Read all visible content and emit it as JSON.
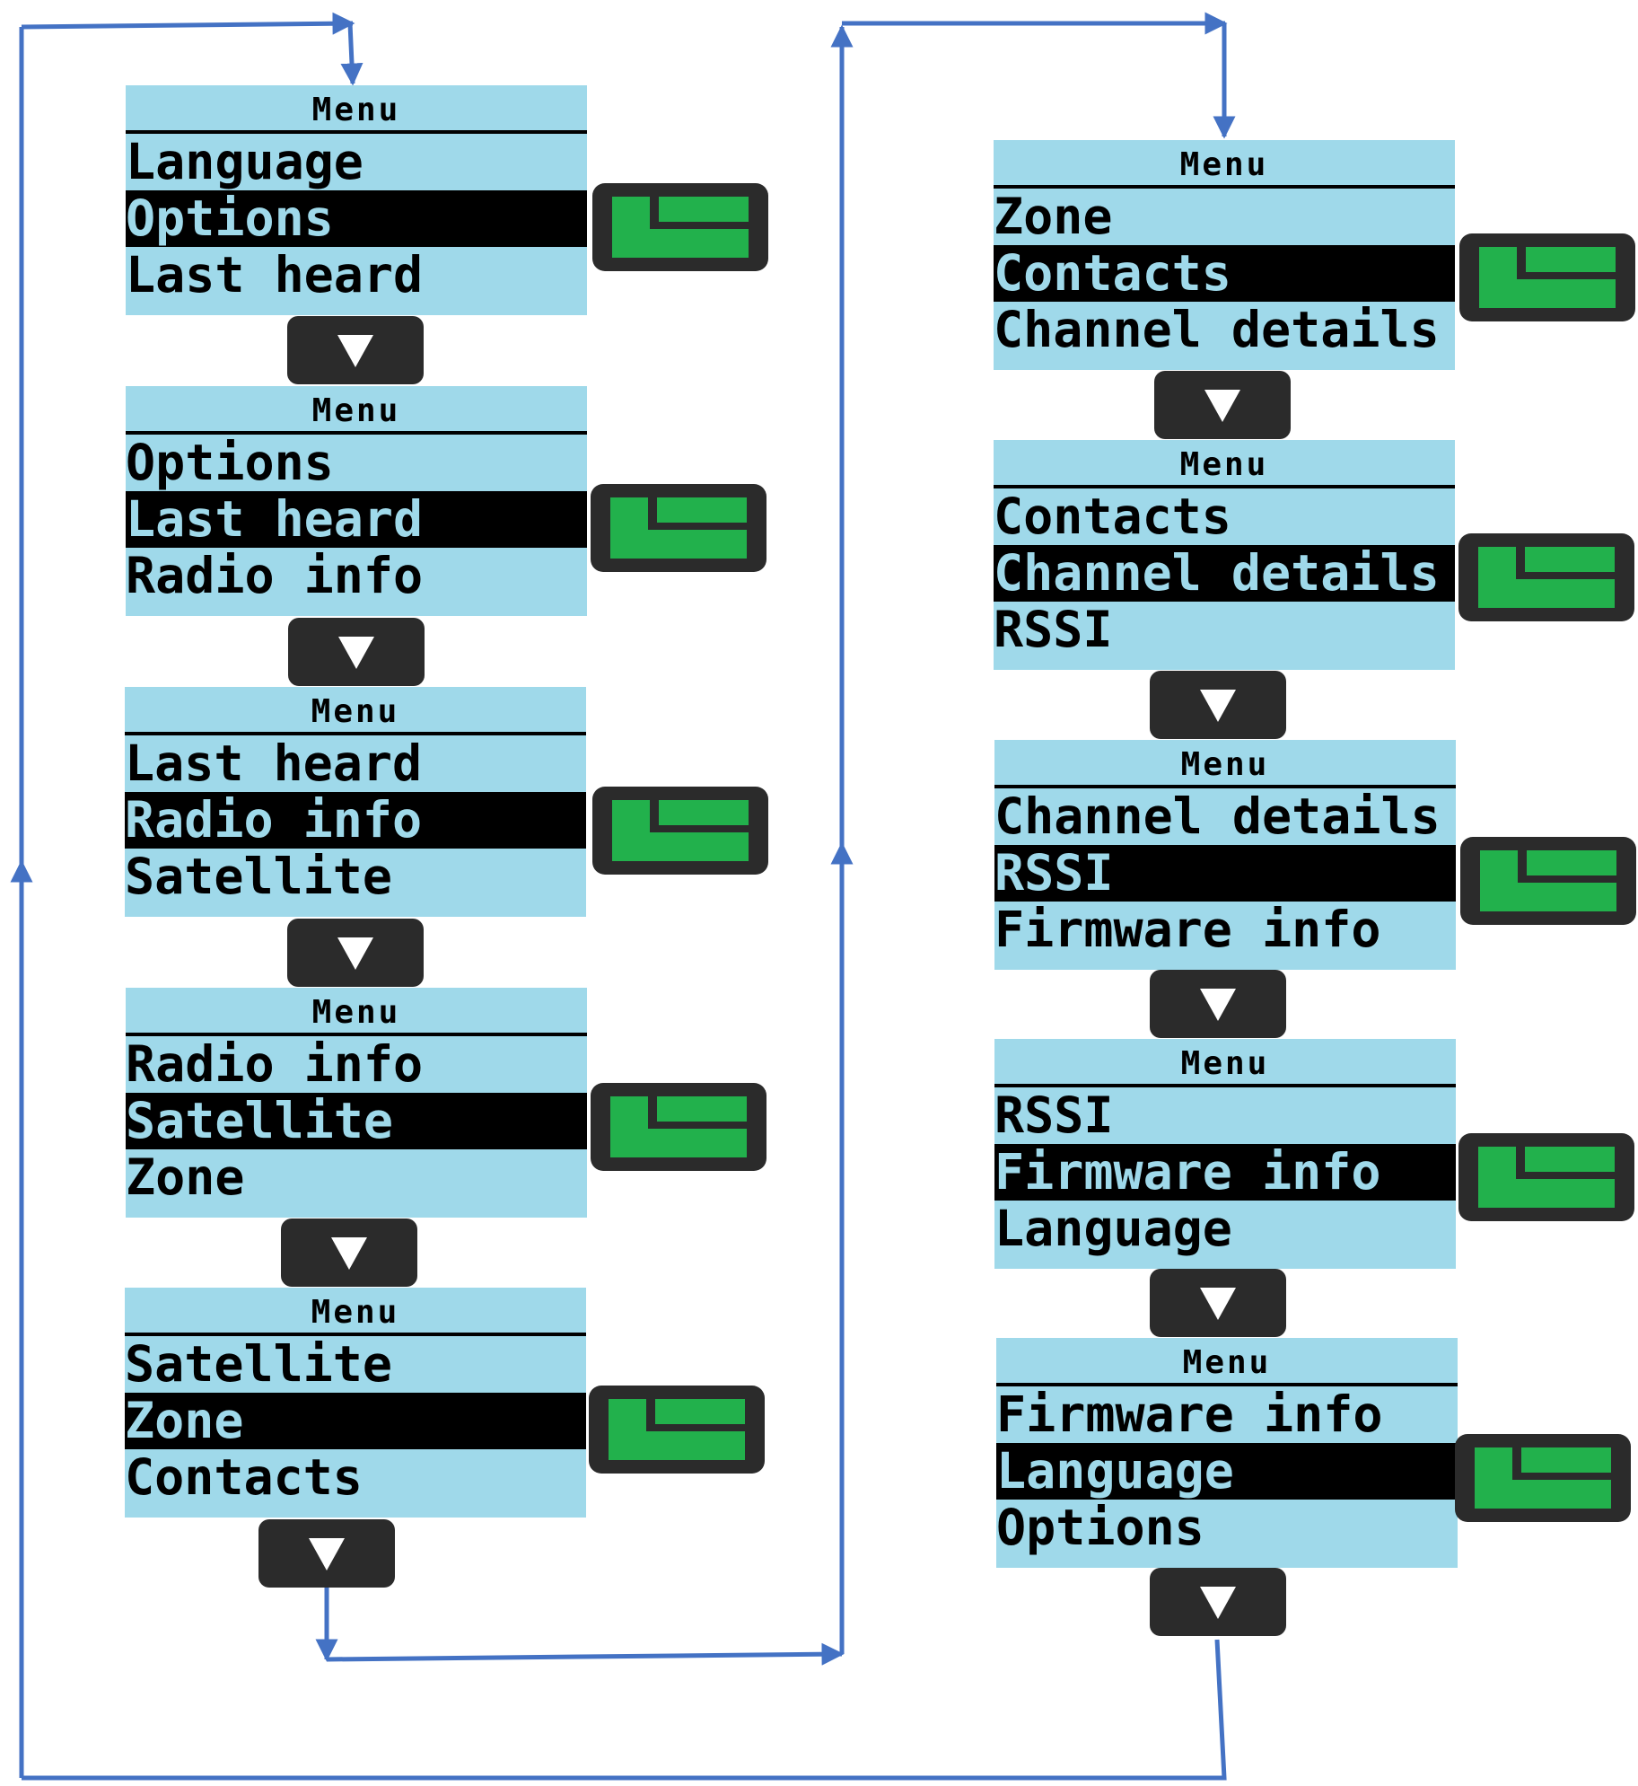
{
  "colors": {
    "screen_bg": "#9fd9ea",
    "selected_bg": "#000000",
    "key_bg": "#2b2b2b",
    "key_icon": "#22b14c",
    "arrow": "#4472c4"
  },
  "icons": {
    "select_key": "select-key-icon",
    "down_key": "down-triangle-icon"
  },
  "columns": [
    {
      "screens": [
        {
          "title": "Menu",
          "items": [
            "Language",
            "Options",
            "Last heard"
          ],
          "selected": 1
        },
        {
          "title": "Menu",
          "items": [
            "Options",
            "Last heard",
            "Radio info"
          ],
          "selected": 1
        },
        {
          "title": "Menu",
          "items": [
            "Last heard",
            "Radio info",
            "Satellite"
          ],
          "selected": 1
        },
        {
          "title": "Menu",
          "items": [
            "Radio info",
            "Satellite",
            "Zone"
          ],
          "selected": 1
        },
        {
          "title": "Menu",
          "items": [
            "Satellite",
            "Zone",
            "Contacts"
          ],
          "selected": 1
        }
      ]
    },
    {
      "screens": [
        {
          "title": "Menu",
          "items": [
            "Zone",
            "Contacts",
            "Channel details"
          ],
          "selected": 1
        },
        {
          "title": "Menu",
          "items": [
            "Contacts",
            "Channel details",
            "RSSI"
          ],
          "selected": 1
        },
        {
          "title": "Menu",
          "items": [
            "Channel details",
            "RSSI",
            "Firmware info"
          ],
          "selected": 1
        },
        {
          "title": "Menu",
          "items": [
            "RSSI",
            "Firmware info",
            "Language"
          ],
          "selected": 1
        },
        {
          "title": "Menu",
          "items": [
            "Firmware info",
            "Language",
            "Options"
          ],
          "selected": 1
        }
      ]
    }
  ]
}
